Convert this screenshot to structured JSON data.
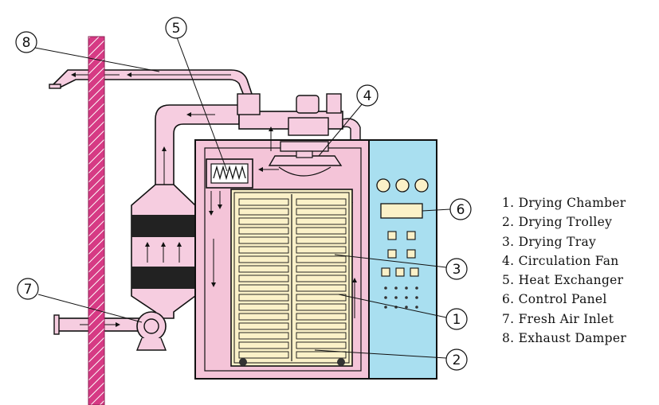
{
  "colors": {
    "duct": "#f6cde0",
    "chamber": "#f4c4d8",
    "wall": "#d63a84",
    "panel": "#a9dff0",
    "tray": "#fbf1c8",
    "filter": "#222222",
    "outline": "#111111"
  },
  "callouts": [
    {
      "number": "1"
    },
    {
      "number": "2"
    },
    {
      "number": "3"
    },
    {
      "number": "4"
    },
    {
      "number": "5"
    },
    {
      "number": "6"
    },
    {
      "number": "7"
    },
    {
      "number": "8"
    }
  ],
  "legend": [
    {
      "text": "1. Drying  Chamber"
    },
    {
      "text": "2. Drying  Trolley"
    },
    {
      "text": "3. Drying  Tray"
    },
    {
      "text": "4. Circulation  Fan"
    },
    {
      "text": "5. Heat  Exchanger"
    },
    {
      "text": "6. Control  Panel"
    },
    {
      "text": "7. Fresh  Air  Inlet"
    },
    {
      "text": "8. Exhaust  Damper"
    }
  ]
}
